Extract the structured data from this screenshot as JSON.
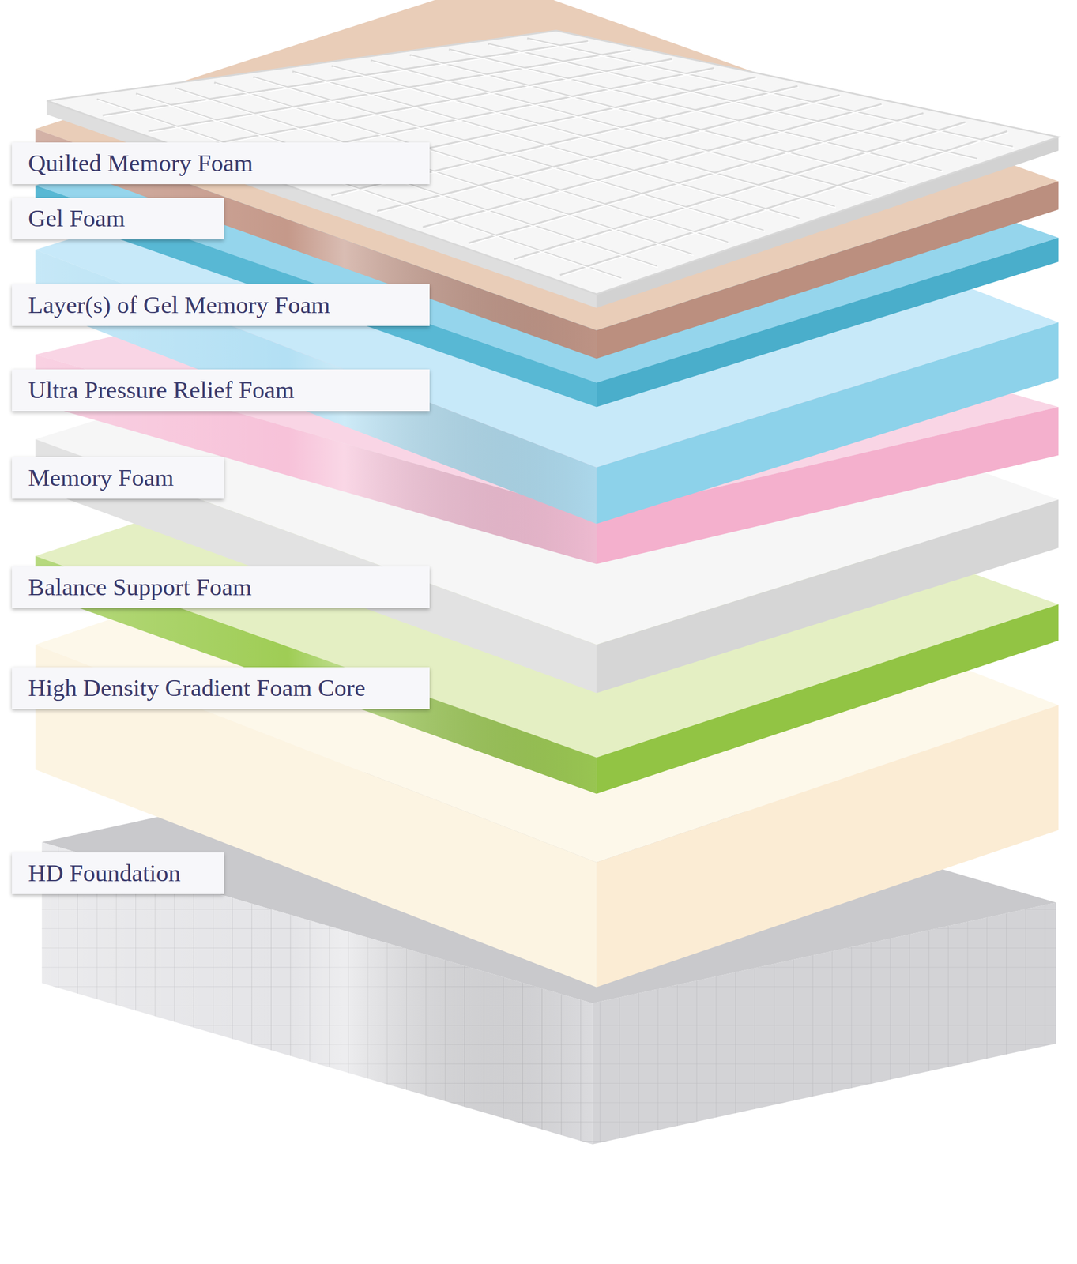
{
  "diagram": {
    "nodes": [
      {
        "text": [
          "Quilted Memory Foam"
        ]
      },
      {
        "text": [
          "Gel Foam"
        ]
      },
      {
        "text": [
          "Layer(s) of Gel Memory Foam"
        ]
      },
      {
        "text": [
          "Ultra Pressure Relief Foam"
        ]
      },
      {
        "text": [
          "Memory Foam"
        ]
      },
      {
        "text": [
          "Balance Support Foam"
        ]
      },
      {
        "text": [
          "High Density Gradient Foam Core"
        ]
      },
      {
        "text": [
          "HD Foundation"
        ]
      }
    ]
  }
}
